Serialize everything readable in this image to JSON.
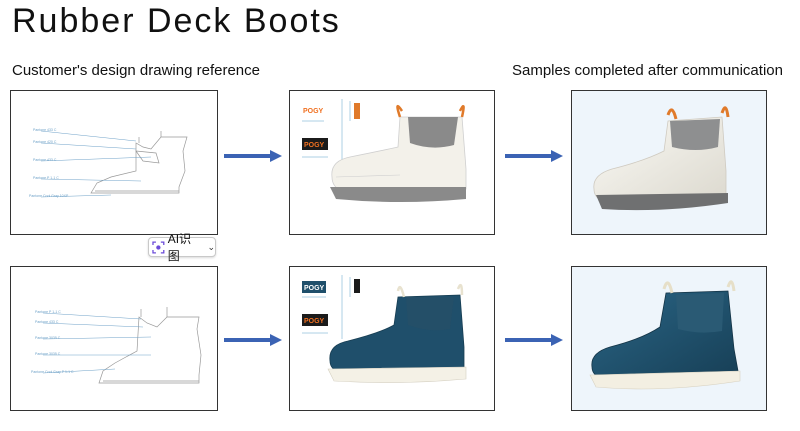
{
  "page_title": "Rubber Deck Boots",
  "labels": {
    "left": "Customer's design drawing reference",
    "right": "Samples completed after communication"
  },
  "ai_button": {
    "label": "AI识图",
    "icon": "ai-scan-icon"
  },
  "logo_text": "POGY",
  "colors": {
    "arrow": "#3b63b4",
    "boot_white": "#f3f1ea",
    "boot_gray": "#8a8a8a",
    "boot_navy": "#1f4f6b",
    "pull_tab_orange": "#e07a2a",
    "logo_orange": "#f07020"
  }
}
